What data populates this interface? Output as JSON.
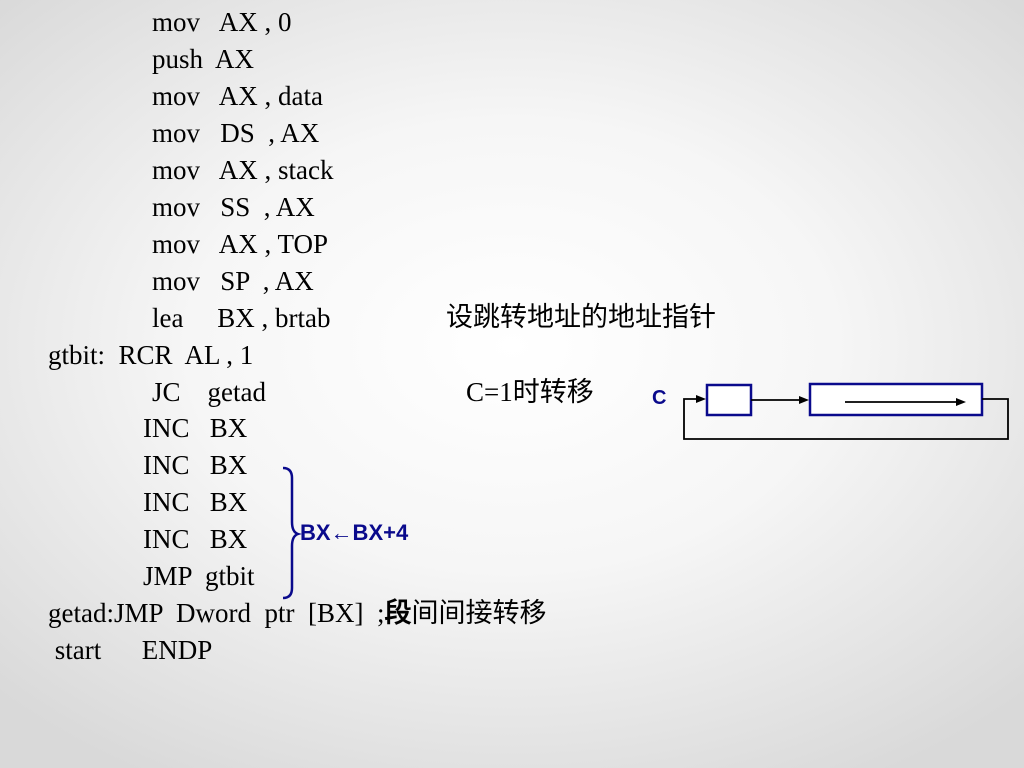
{
  "code": {
    "l1": "mov   AX , 0",
    "l2": "push  AX",
    "l3": "mov   AX , data",
    "l4": "mov   DS  , AX",
    "l5": "mov   AX , stack",
    "l6": "mov   SS  , AX",
    "l7": "mov   AX , TOP",
    "l8": "mov   SP  , AX",
    "l9": "lea     BX , brtab",
    "l10": "gtbit:  RCR  AL , 1",
    "l11": "JC    getad",
    "l12": "INC   BX",
    "l13": "INC   BX",
    "l14": "INC   BX",
    "l15": "INC   BX",
    "l16": "JMP  gtbit",
    "l17": "getad:JMP  Dword  ptr  [BX]  ;",
    "l17_cn_bold": "段",
    "l17_cn": "间间接转移",
    "l18": " start      ENDP"
  },
  "comments": {
    "c1": "设跳转地址的地址指针",
    "c2": "C=1时转移"
  },
  "annotation": {
    "brace_label": "BX←BX+4",
    "carry_label": "C"
  },
  "colors": {
    "accent": "#0a0a8c",
    "text": "#000000"
  }
}
